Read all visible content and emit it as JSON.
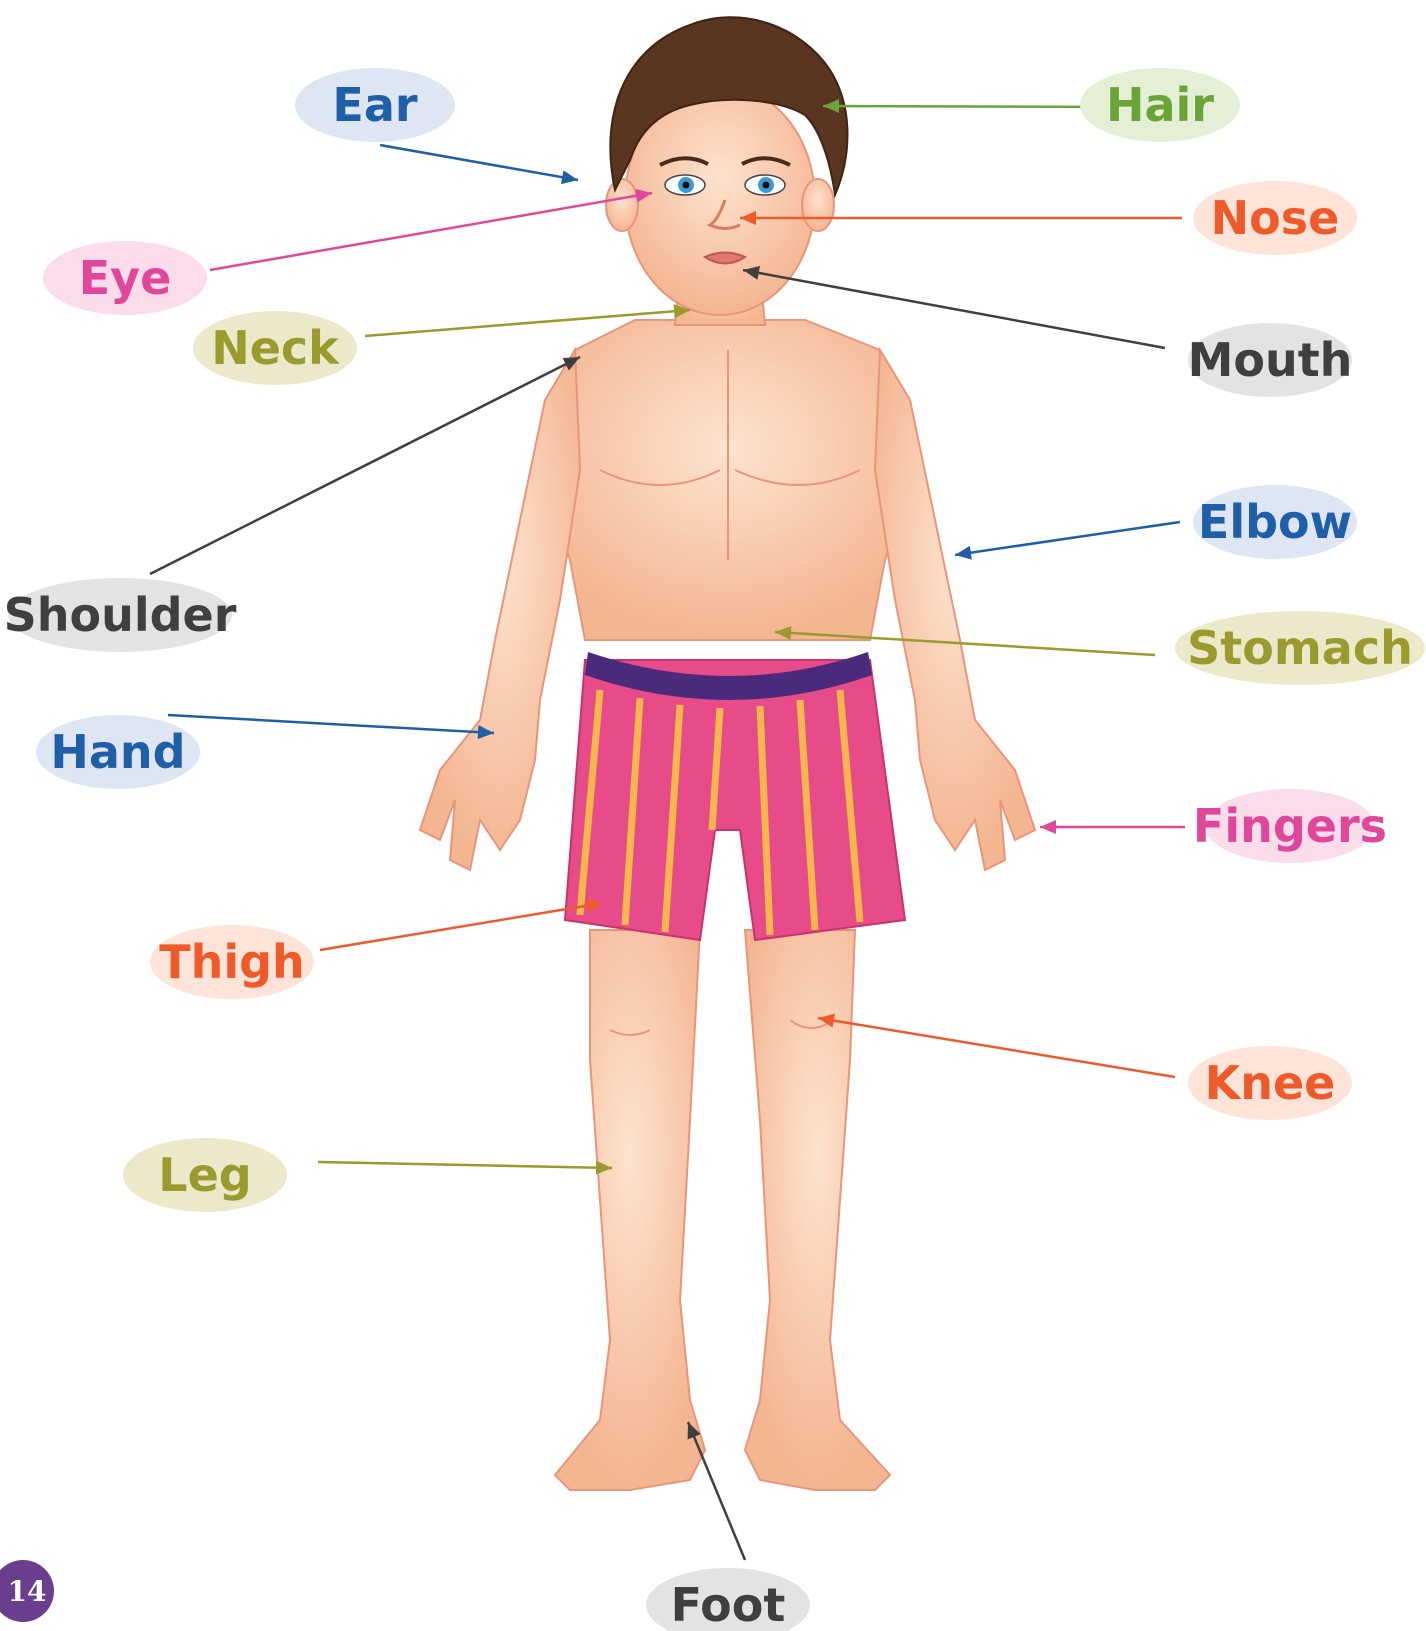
{
  "page_number": "14",
  "labels": [
    {
      "id": "ear",
      "text": "Ear",
      "color": "#1f5fa8",
      "bubble": "#dde6f2"
    },
    {
      "id": "hair",
      "text": "Hair",
      "color": "#6aa338",
      "bubble": "#e4efd6"
    },
    {
      "id": "eye",
      "text": "Eye",
      "color": "#e0479a",
      "bubble": "#fadcea"
    },
    {
      "id": "nose",
      "text": "Nose",
      "color": "#ef5a2a",
      "bubble": "#fde3d8"
    },
    {
      "id": "neck",
      "text": "Neck",
      "color": "#9a9a2e",
      "bubble": "#ebe9c9"
    },
    {
      "id": "mouth",
      "text": "Mouth",
      "color": "#3f3f3f",
      "bubble": "#e3e3e3"
    },
    {
      "id": "shoulder",
      "text": "Shoulder",
      "color": "#3f3f3f",
      "bubble": "#e3e3e3"
    },
    {
      "id": "elbow",
      "text": "Elbow",
      "color": "#1f5fa8",
      "bubble": "#dde6f2"
    },
    {
      "id": "stomach",
      "text": "Stomach",
      "color": "#9a9a2e",
      "bubble": "#ebe9c9"
    },
    {
      "id": "hand",
      "text": "Hand",
      "color": "#1f5fa8",
      "bubble": "#dde6f2"
    },
    {
      "id": "fingers",
      "text": "Fingers",
      "color": "#e0479a",
      "bubble": "#fadcea"
    },
    {
      "id": "thigh",
      "text": "Thigh",
      "color": "#ef5a2a",
      "bubble": "#fde3d8"
    },
    {
      "id": "knee",
      "text": "Knee",
      "color": "#ef5a2a",
      "bubble": "#fde3d8"
    },
    {
      "id": "leg",
      "text": "Leg",
      "color": "#9a9a2e",
      "bubble": "#ebe9c9"
    },
    {
      "id": "foot",
      "text": "Foot",
      "color": "#3f3f3f",
      "bubble": "#e3e3e3"
    }
  ],
  "figure": {
    "skin": "#f8c9a8",
    "skin_shade": "#eea384",
    "hair": "#5a3520",
    "shorts": "#e84b8a",
    "stripes": "#f4b84a",
    "waistband": "#4a2a7a",
    "eye_iris": "#3a9bd5"
  }
}
